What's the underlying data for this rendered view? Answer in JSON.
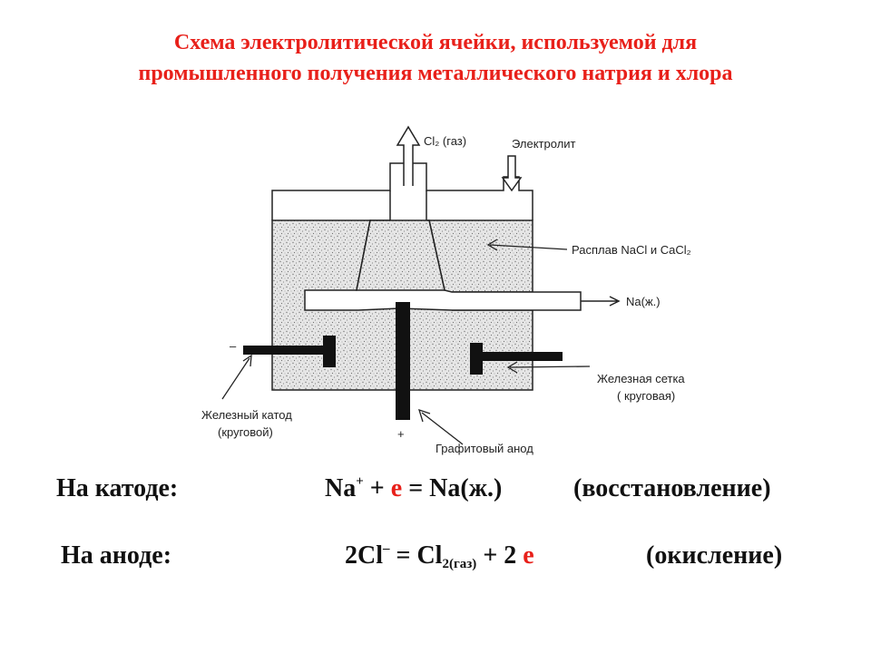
{
  "title": {
    "line1": "Схема электролитической ячейки, используемой для",
    "line2": "промышленного получения металлического натрия и хлора"
  },
  "diagram": {
    "labels": {
      "cl2_gas": "Cl₂ (газ)",
      "electrolyte": "Электролит",
      "melt": "Расплав NaCl и CaCl₂",
      "na_liquid": "Na(ж.)",
      "iron_mesh_1": "Железная сетка",
      "iron_mesh_2": "( круговая)",
      "iron_cathode_1": "Железный катод",
      "iron_cathode_2": "(круговой)",
      "graphite_anode": "Графитовый анод",
      "minus_sign": "–",
      "plus_sign": "+"
    }
  },
  "reactions": {
    "cathode": {
      "label": "На катоде:",
      "na": "Na",
      "charge_plus": "+",
      "plus": " + ",
      "electron": "e",
      "rhs": " = Na(ж.)",
      "type": "(восстановление)"
    },
    "anode": {
      "label": "На аноде:",
      "lhs": "2Cl",
      "charge_minus": "–",
      "eq_cl": " = Cl",
      "sub": "2(газ)",
      "plus_two": " + 2 ",
      "electron": "e",
      "type": "(окисление)"
    }
  },
  "colors": {
    "title": "#e8201a",
    "electron": "#e8201a"
  }
}
